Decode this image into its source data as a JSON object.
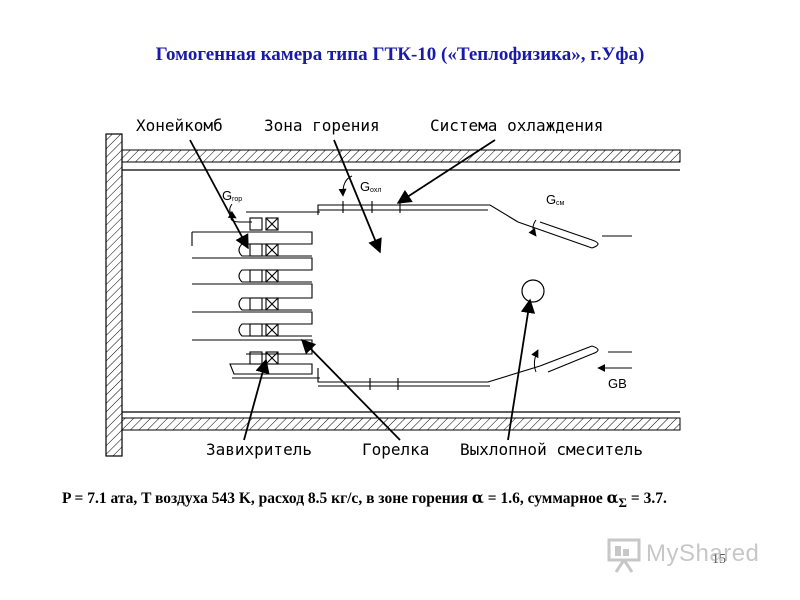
{
  "title": "Гомогенная камера типа ГТК-10 («Теплофизика», г.Уфа)",
  "labels": {
    "honeycomb": "Хонейкомб",
    "combustion_zone": "Зона горения",
    "cooling_system": "Система охлаждения",
    "swirler": "Завихритель",
    "burner": "Горелка",
    "exhaust_mixer": "Выхлопной смеситель"
  },
  "flows": {
    "g_fuel_main": "G",
    "g_fuel_sub": "гор",
    "g_cool_main": "G",
    "g_cool_sub": "охл",
    "g_mix_main": "G",
    "g_mix_sub": "см",
    "g_air": "GВ"
  },
  "conditions": {
    "text_main": "P = 7.1 ата, T воздуха 543 K, расход 8.5 кг/с,  в зоне горения",
    "alpha1_symbol": "α",
    "alpha1_value": " = 1.6, суммарное ",
    "alpha2_symbol": "α",
    "alpha2_sub": "Σ",
    "alpha2_value": " = 3.7."
  },
  "page_number": "15",
  "watermark": "MyShared",
  "colors": {
    "title": "#1a1aa8",
    "lines": "#000000",
    "watermark": "#9a9a9a"
  }
}
